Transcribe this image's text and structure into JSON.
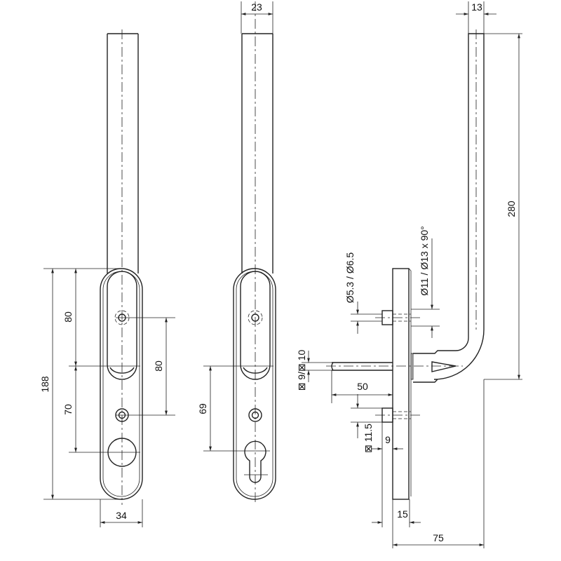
{
  "dimensions": {
    "front_overall_height": "188",
    "front_upper_spacing": "80",
    "front_lower_spacing": "70",
    "front_hole_spacing": "80",
    "front_width": "34",
    "keyhole_spacing": "69",
    "rod_width": "23",
    "handle_rod_diameter": "13",
    "handle_height": "280",
    "screw_hole": "Ø5.3 / Ø6.5",
    "countersink": "Ø11 / Ø13 x 90°",
    "spindle_square": "⊠ 9/⊠ 10",
    "spindle_length": "50",
    "boss_offset": "⊠ 11.5",
    "boss_depth": "9",
    "plate_depth": "15",
    "overall_depth": "75"
  }
}
